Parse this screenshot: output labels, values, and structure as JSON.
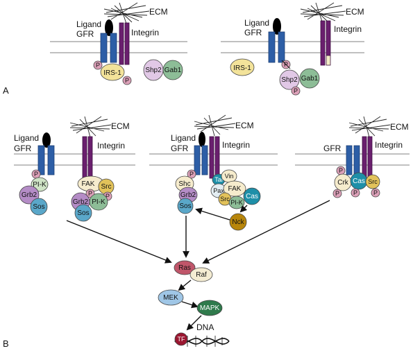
{
  "panels": {
    "a": "A",
    "b": "B"
  },
  "labels": {
    "ligand": "Ligand",
    "gfr": "GFR",
    "integrin": "Integrin",
    "ecm": "ECM",
    "dna": "DNA"
  },
  "molecules": {
    "p": "P",
    "irs1": "IRS-1",
    "shp2": "Shp2",
    "gab1": "Gab1",
    "pik": "PI-K",
    "grb2": "Grb2",
    "sos": "Sos",
    "fak": "FAK",
    "src": "Src",
    "shc": "Shc",
    "tal": "Tal",
    "vin": "Vin",
    "pax": "Pax",
    "cas": "Cas",
    "nck": "Nck",
    "crk": "Crk",
    "ras": "Ras",
    "raf": "Raf",
    "mek": "MEK",
    "mapk": "MAPK",
    "tf": "TF"
  },
  "colors": {
    "receptor_gfr": "#2d5ea6",
    "integrin": "#6a1f6e",
    "p_site": "#dca0b8",
    "irs1": "#f3e39a",
    "shp2": "#e1c8e6",
    "gab1": "#8dbd97",
    "pik": "#cfe3c6",
    "grb2": "#b48cc6",
    "sos": "#5aa7c9",
    "fak": "#f6eccd",
    "src": "#e2c25a",
    "tal": "#1e8fa8",
    "cas": "#1e8fa8",
    "nck": "#b8860b",
    "ras": "#c0566a",
    "raf": "#f4ecd2",
    "mek": "#9fc6e6",
    "mapk": "#2f7a4c",
    "tf": "#9a1630"
  }
}
